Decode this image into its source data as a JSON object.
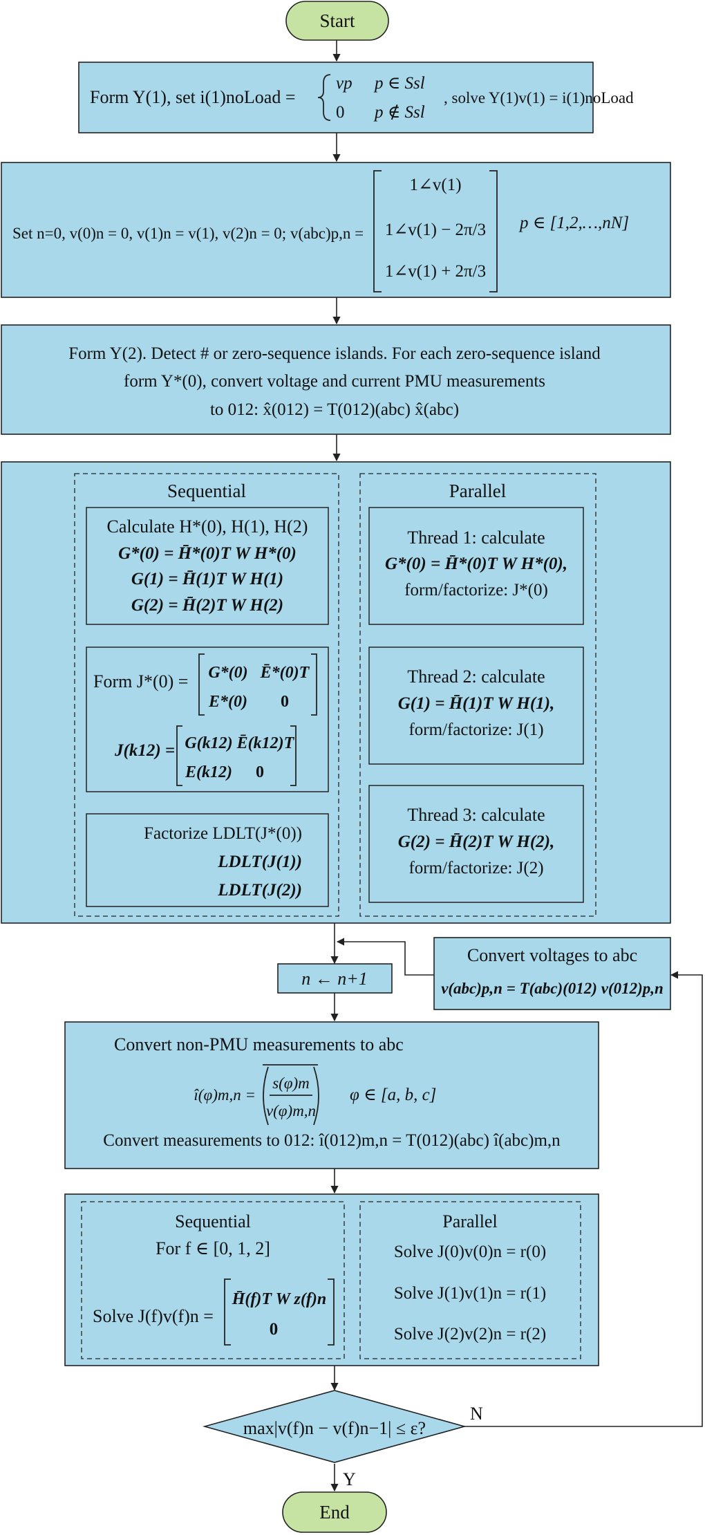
{
  "nodes": {
    "start": "Start",
    "end": "End",
    "form_y1": {
      "lead": "Form Y(1), set i(1)noLoad =",
      "case1_value": "vp",
      "case1_cond": "p ∈ Ssl",
      "case2_value": "0",
      "case2_cond": "p ∉ Ssl",
      "tail": ", solve Y(1)v(1) = i(1)noLoad"
    },
    "set_n": {
      "lead": "Set n=0, v(0)n = 0, v(1)n = v(1), v(2)n = 0; v(abc)p,n =",
      "row1": "1∠v(1)",
      "row2": "1∠v(1) − 2π/3",
      "row3": "1∠v(1) + 2π/3",
      "range": "p ∈ [1,2,…,nN]"
    },
    "form_y2": {
      "line1": "Form Y(2). Detect # or zero-sequence islands. For each zero-sequence island",
      "line2": "form Y*(0), convert voltage and current PMU measurements",
      "line3": "to 012: x̂(012) = T(012)(abc) x̂(abc)"
    },
    "factor_block": {
      "seq_title": "Sequential",
      "par_title": "Parallel",
      "calc_h": "Calculate H*(0), H(1), H(2)",
      "g0": "G*(0) = H̄*(0)T W H*(0)",
      "g1": "G(1) = H̄(1)T W H(1)",
      "g2": "G(2) = H̄(2)T W H(2)",
      "form_j_label": "Form J*(0) =",
      "j0_a": "G*(0)",
      "j0_b": "Ē*(0)T",
      "j0_c": "E*(0)",
      "j0_d": "0",
      "jk_label": "J(k12) =",
      "jk_a": "G(k12)",
      "jk_b": "Ē(k12)T",
      "jk_c": "E(k12)",
      "jk_d": "0",
      "fact1": "Factorize LDLT(J*(0))",
      "fact2": "LDLT(J(1))",
      "fact3": "LDLT(J(2))",
      "t1_a": "Thread 1: calculate",
      "t1_b": "G*(0) = H̄*(0)T W H*(0),",
      "t1_c": "form/factorize: J*(0)",
      "t2_a": "Thread 2: calculate",
      "t2_b": "G(1) = H̄(1)T W H(1),",
      "t2_c": "form/factorize: J(1)",
      "t3_a": "Thread 3: calculate",
      "t3_b": "G(2) = H̄(2)T W H(2),",
      "t3_c": "form/factorize: J(2)"
    },
    "increment": "n ← n+1",
    "convert_abc": {
      "line1": "Convert voltages to abc",
      "line2": "v(abc)p,n = T(abc)(012) v(012)p,n"
    },
    "convert_nonpmu": {
      "line1": "Convert non-PMU measurements to abc",
      "lhs": "î(φ)m,n =",
      "num": "s(φ)m",
      "den": "v(φ)m,n",
      "phase": "φ ∈ [a, b, c]",
      "line3": "Convert measurements to 012: î(012)m,n = T(012)(abc) î(abc)m,n"
    },
    "solve_block": {
      "seq_title": "Sequential",
      "for_line": "For f ∈ [0, 1, 2]",
      "solve_lhs": "Solve J(f)v(f)n =",
      "vec_top": "H̄(f)T W z(f)n",
      "vec_bot": "0",
      "par_title": "Parallel",
      "p1": "Solve J(0)v(0)n = r(0)",
      "p2": "Solve J(1)v(1)n = r(1)",
      "p3": "Solve J(2)v(2)n = r(2)"
    },
    "decision": "max|v(f)n − v(f)n−1| ≤ ε?"
  },
  "edge_labels": {
    "no": "N",
    "yes": "Y"
  }
}
